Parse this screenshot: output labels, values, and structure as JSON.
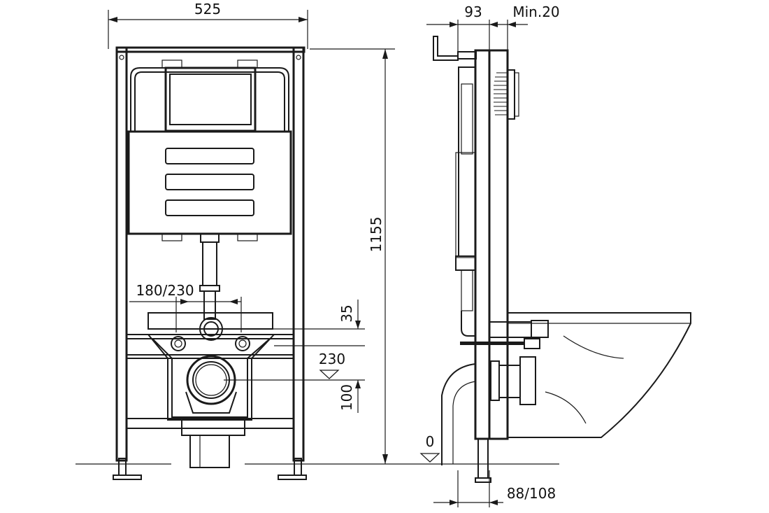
{
  "dimensions": {
    "frame_width": "525",
    "depth_93": "93",
    "min_20": "Min.20",
    "height_1155": "1155",
    "spacing_180_230": "180/230",
    "offset_35": "35",
    "drain_230": "230",
    "drain_100": "100",
    "floor_0": "0",
    "bottom_88_108": "88/108"
  },
  "colors": {
    "line": "#1a1a1a",
    "background": "#ffffff"
  }
}
